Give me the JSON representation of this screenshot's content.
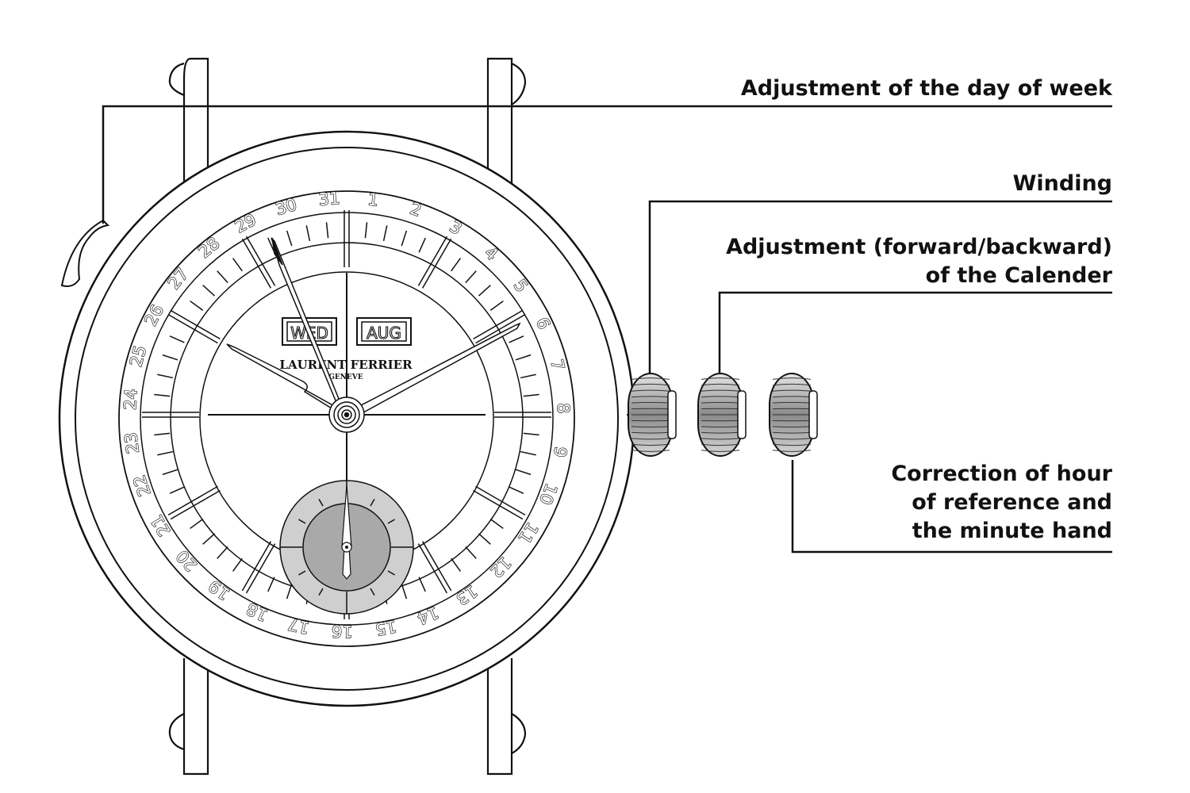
{
  "labels": {
    "day_of_week": "Adjustment of the day of week",
    "winding": "Winding",
    "calendar_line1": "Adjustment (forward/backward)",
    "calendar_line2": "of the Calender",
    "correction_line1": "Correction of hour",
    "correction_line2": "of reference and",
    "correction_line3": "the minute hand"
  },
  "dial": {
    "day_window": "WED",
    "month_window": "AUG",
    "brand": "LAURENT FERRIER",
    "city": "GENEVE",
    "date_numbers": [
      "1",
      "2",
      "3",
      "4",
      "5",
      "6",
      "7",
      "8",
      "9",
      "10",
      "11",
      "12",
      "13",
      "14",
      "15",
      "16",
      "17",
      "18",
      "19",
      "20",
      "21",
      "22",
      "23",
      "24",
      "25",
      "26",
      "27",
      "28",
      "29",
      "30",
      "31"
    ]
  },
  "colors": {
    "ink": "#111111",
    "subdial_outer": "#cfcfcf",
    "subdial_inner": "#a9a9a9",
    "crown_fill": "#9a9a9a",
    "background": "#ffffff"
  }
}
